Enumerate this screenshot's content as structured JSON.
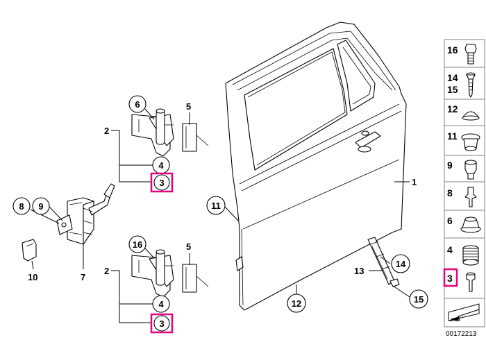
{
  "callouts": {
    "c1": "1",
    "c2a": "2",
    "c2b": "2",
    "c3a": "3",
    "c3b": "3",
    "c4a": "4",
    "c4b": "4",
    "c5a": "5",
    "c5b": "5",
    "c6": "6",
    "c7": "7",
    "c8": "8",
    "c9": "9",
    "c10": "10",
    "c11": "11",
    "c12": "12",
    "c13": "13",
    "c14": "14",
    "c15": "15",
    "c16": "16"
  },
  "sidebar": {
    "items": [
      "16",
      "14",
      "15",
      "12",
      "11",
      "9",
      "8",
      "6",
      "4",
      "3"
    ]
  },
  "doc_number": "00172213",
  "colors": {
    "highlight": "#e6007e",
    "line": "#000000",
    "panel_border": "#808080"
  },
  "highlighted_part": "3"
}
